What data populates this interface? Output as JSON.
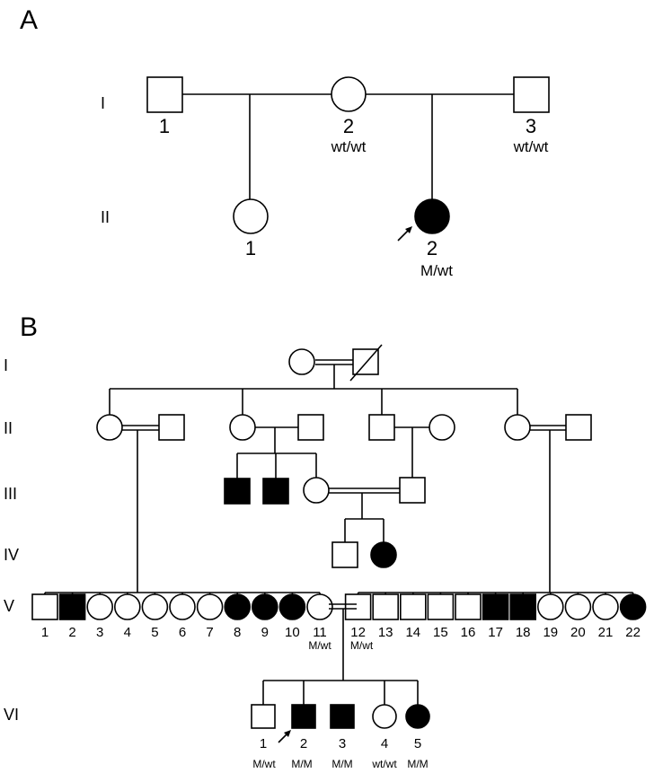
{
  "panel_a": {
    "label": "A",
    "generations": [
      "I",
      "II"
    ],
    "gen1": [
      {
        "number": "1",
        "sex": "male",
        "affected": false,
        "genotype": ""
      },
      {
        "number": "2",
        "sex": "female",
        "affected": false,
        "genotype": "wt/wt"
      },
      {
        "number": "3",
        "sex": "male",
        "affected": false,
        "genotype": "wt/wt"
      }
    ],
    "gen2": [
      {
        "number": "1",
        "sex": "female",
        "affected": false,
        "genotype": ""
      },
      {
        "number": "2",
        "sex": "female",
        "affected": true,
        "genotype": "M/wt",
        "proband": true
      }
    ]
  },
  "panel_b": {
    "label": "B",
    "generations": [
      "I",
      "II",
      "III",
      "IV",
      "V",
      "VI"
    ],
    "gen5": [
      {
        "number": "1",
        "sex": "male",
        "affected": false
      },
      {
        "number": "2",
        "sex": "male",
        "affected": true
      },
      {
        "number": "3",
        "sex": "female",
        "affected": false
      },
      {
        "number": "4",
        "sex": "female",
        "affected": false
      },
      {
        "number": "5",
        "sex": "female",
        "affected": false
      },
      {
        "number": "6",
        "sex": "female",
        "affected": false
      },
      {
        "number": "7",
        "sex": "female",
        "affected": false
      },
      {
        "number": "8",
        "sex": "female",
        "affected": true
      },
      {
        "number": "9",
        "sex": "female",
        "affected": true
      },
      {
        "number": "10",
        "sex": "female",
        "affected": true
      },
      {
        "number": "11",
        "sex": "female",
        "affected": false,
        "genotype": "M/wt"
      },
      {
        "number": "12",
        "sex": "male",
        "affected": false,
        "genotype": "M/wt"
      },
      {
        "number": "13",
        "sex": "male",
        "affected": false
      },
      {
        "number": "14",
        "sex": "male",
        "affected": false
      },
      {
        "number": "15",
        "sex": "male",
        "affected": false
      },
      {
        "number": "16",
        "sex": "male",
        "affected": false
      },
      {
        "number": "17",
        "sex": "male",
        "affected": true
      },
      {
        "number": "18",
        "sex": "male",
        "affected": true
      },
      {
        "number": "19",
        "sex": "female",
        "affected": false
      },
      {
        "number": "20",
        "sex": "female",
        "affected": false
      },
      {
        "number": "21",
        "sex": "female",
        "affected": false
      },
      {
        "number": "22",
        "sex": "female",
        "affected": true
      }
    ],
    "gen6": [
      {
        "number": "1",
        "sex": "male",
        "affected": false,
        "genotype": "M/wt"
      },
      {
        "number": "2",
        "sex": "male",
        "affected": true,
        "genotype": "M/M",
        "proband": true
      },
      {
        "number": "3",
        "sex": "male",
        "affected": true,
        "genotype": "M/M"
      },
      {
        "number": "4",
        "sex": "female",
        "affected": false,
        "genotype": "wt/wt"
      },
      {
        "number": "5",
        "sex": "female",
        "affected": true,
        "genotype": "M/M"
      }
    ]
  }
}
